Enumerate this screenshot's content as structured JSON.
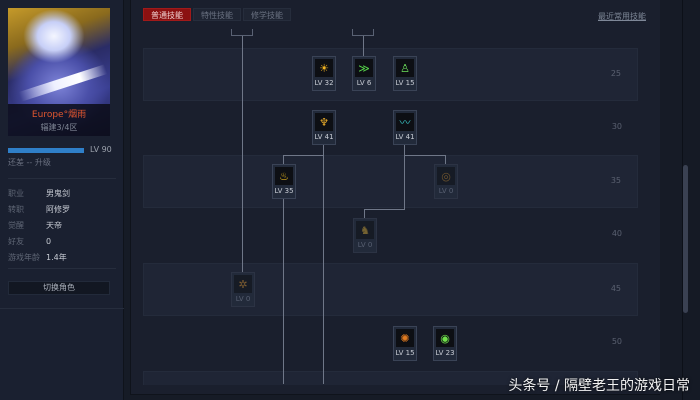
{
  "profile": {
    "character_name": "Europe°烟雨",
    "server": "辐建3/4区",
    "level_label": "LV 90",
    "upgrade_text": "还差 -- 升级",
    "info": [
      {
        "key": "职业",
        "value": "男鬼剑"
      },
      {
        "key": "转职",
        "value": "阿修罗"
      },
      {
        "key": "觉醒",
        "value": "天帝"
      },
      {
        "key": "好友",
        "value": "0"
      },
      {
        "key": "游戏年龄",
        "value": "1.4年"
      }
    ],
    "switch_button": "切换角色"
  },
  "tabs": [
    {
      "label": "普通技能",
      "active": true
    },
    {
      "label": "特性技能",
      "active": false
    },
    {
      "label": "修学技能",
      "active": false
    }
  ],
  "recent_link": "最近常用技能",
  "level_rows": [
    "25",
    "30",
    "35",
    "40",
    "45",
    "50"
  ],
  "skills": [
    {
      "id": "s25a",
      "level": "LV 32",
      "icon": "sun-face-icon",
      "glyph": "☀",
      "color": "#f2b320"
    },
    {
      "id": "s25b",
      "level": "LV 6",
      "icon": "green-slash-icon",
      "glyph": "≫",
      "color": "#57d64a"
    },
    {
      "id": "s25c",
      "level": "LV 15",
      "icon": "green-figure-icon",
      "glyph": "♙",
      "color": "#6be05a"
    },
    {
      "id": "s30a",
      "level": "LV 41",
      "icon": "golden-buddha-icon",
      "glyph": "♆",
      "color": "#f0b02a"
    },
    {
      "id": "s30b",
      "level": "LV 41",
      "icon": "cyan-wave-icon",
      "glyph": "〰",
      "color": "#39c9c9"
    },
    {
      "id": "s35a",
      "level": "LV 35",
      "icon": "flame-icon",
      "glyph": "♨",
      "color": "#f5c21e"
    },
    {
      "id": "s35b",
      "level": "LV 0",
      "icon": "dark-eye-icon",
      "glyph": "◎",
      "color": "#b07a26"
    },
    {
      "id": "s40a",
      "level": "LV 0",
      "icon": "golden-warrior-icon",
      "glyph": "♞",
      "color": "#b8902a"
    },
    {
      "id": "s45a",
      "level": "LV 0",
      "icon": "rune-circle-icon",
      "glyph": "✲",
      "color": "#c2832a"
    },
    {
      "id": "s50a",
      "level": "LV 15",
      "icon": "orange-burst-icon",
      "glyph": "✺",
      "color": "#e07a20"
    },
    {
      "id": "s50b",
      "level": "LV 23",
      "icon": "green-eye-icon",
      "glyph": "◉",
      "color": "#6fe04a"
    }
  ],
  "watermark": "头条号 / 隔壁老王的游戏日常",
  "colors": {
    "active_tab": "#8b1111",
    "level_bar": "#2f7fc8",
    "name_text": "#e0562f"
  }
}
